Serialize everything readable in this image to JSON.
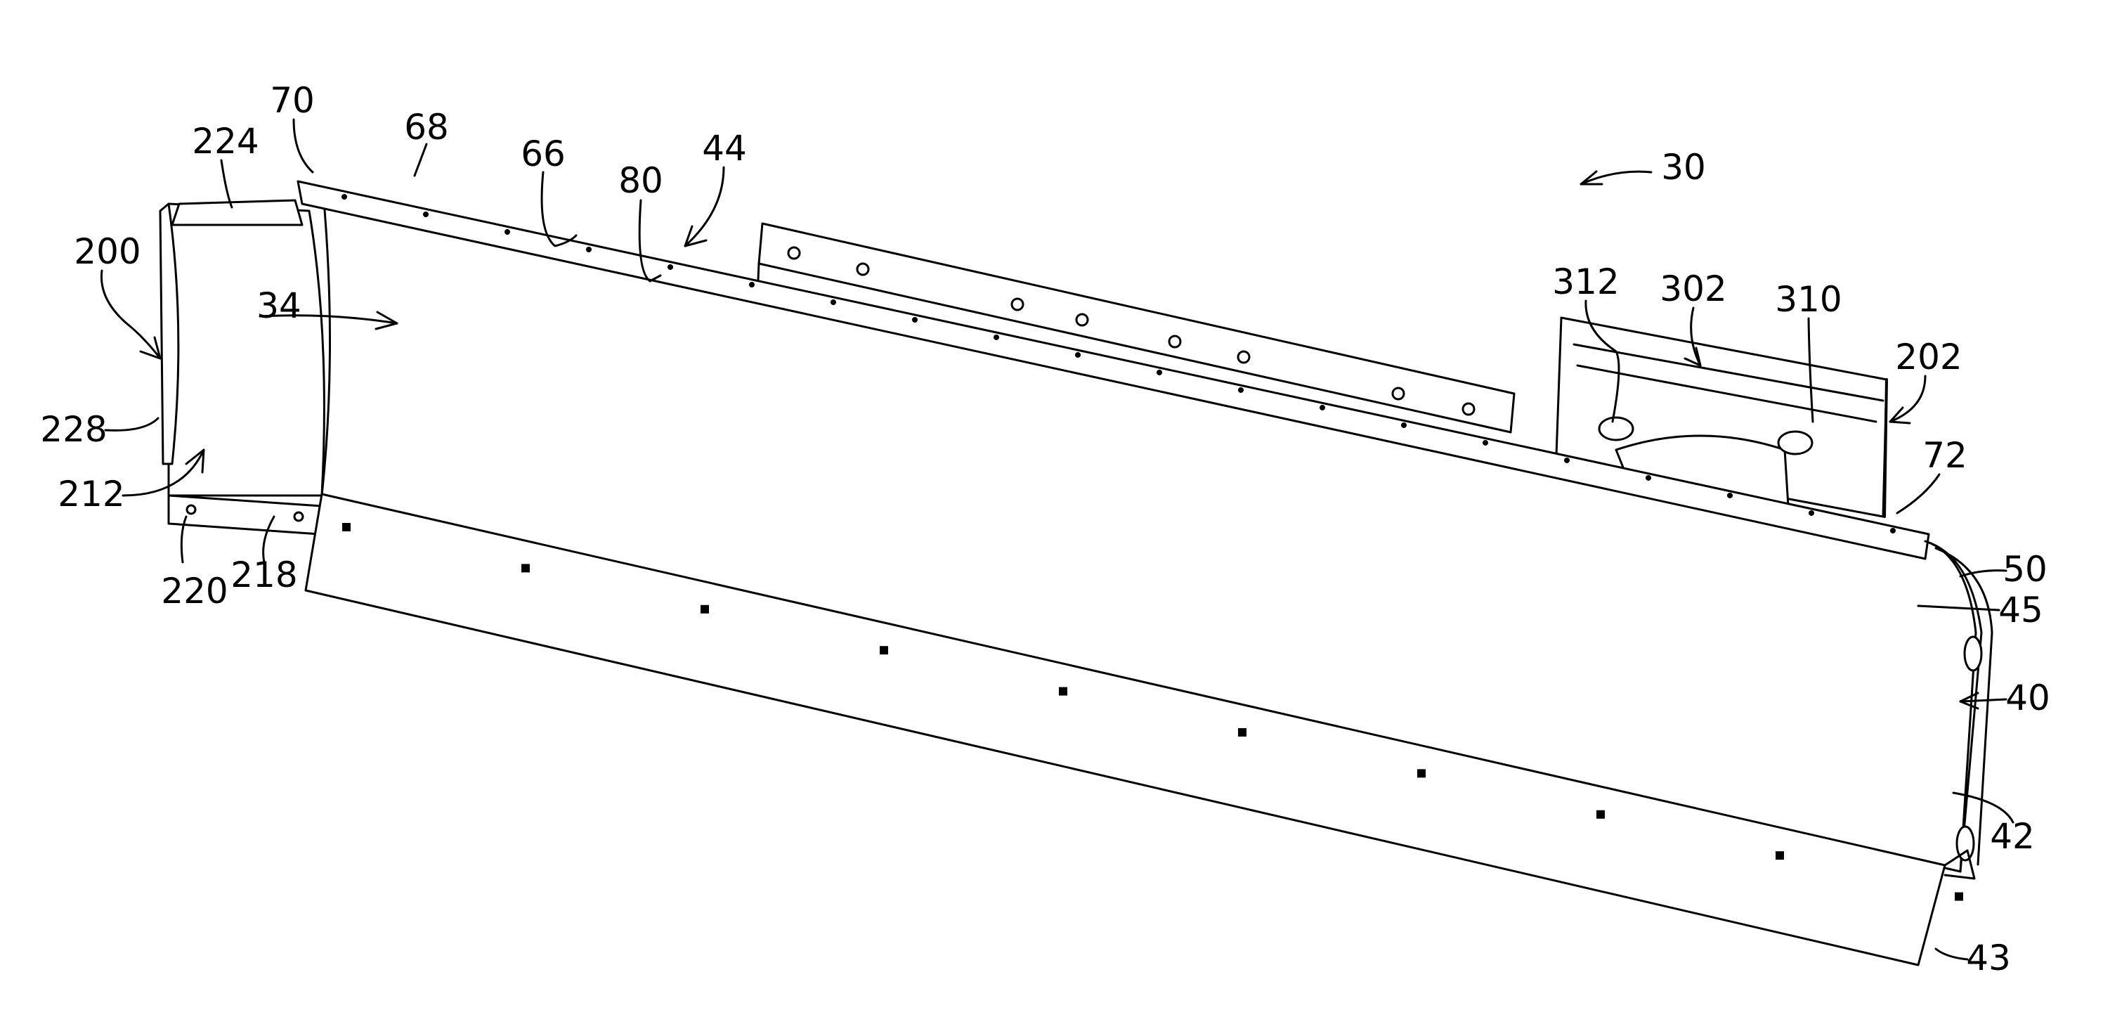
{
  "figure": {
    "labels": {
      "l70": "70",
      "l68": "68",
      "l66": "66",
      "l80": "80",
      "l44": "44",
      "l30": "30",
      "l224": "224",
      "l200": "200",
      "l34": "34",
      "l228": "228",
      "l212": "212",
      "l220": "220",
      "l218": "218",
      "l312": "312",
      "l302": "302",
      "l310": "310",
      "l202": "202",
      "l72": "72",
      "l50": "50",
      "l45": "45",
      "l40": "40",
      "l42": "42",
      "l43": "43"
    },
    "line_color": "#000000",
    "background": "#ffffff"
  }
}
